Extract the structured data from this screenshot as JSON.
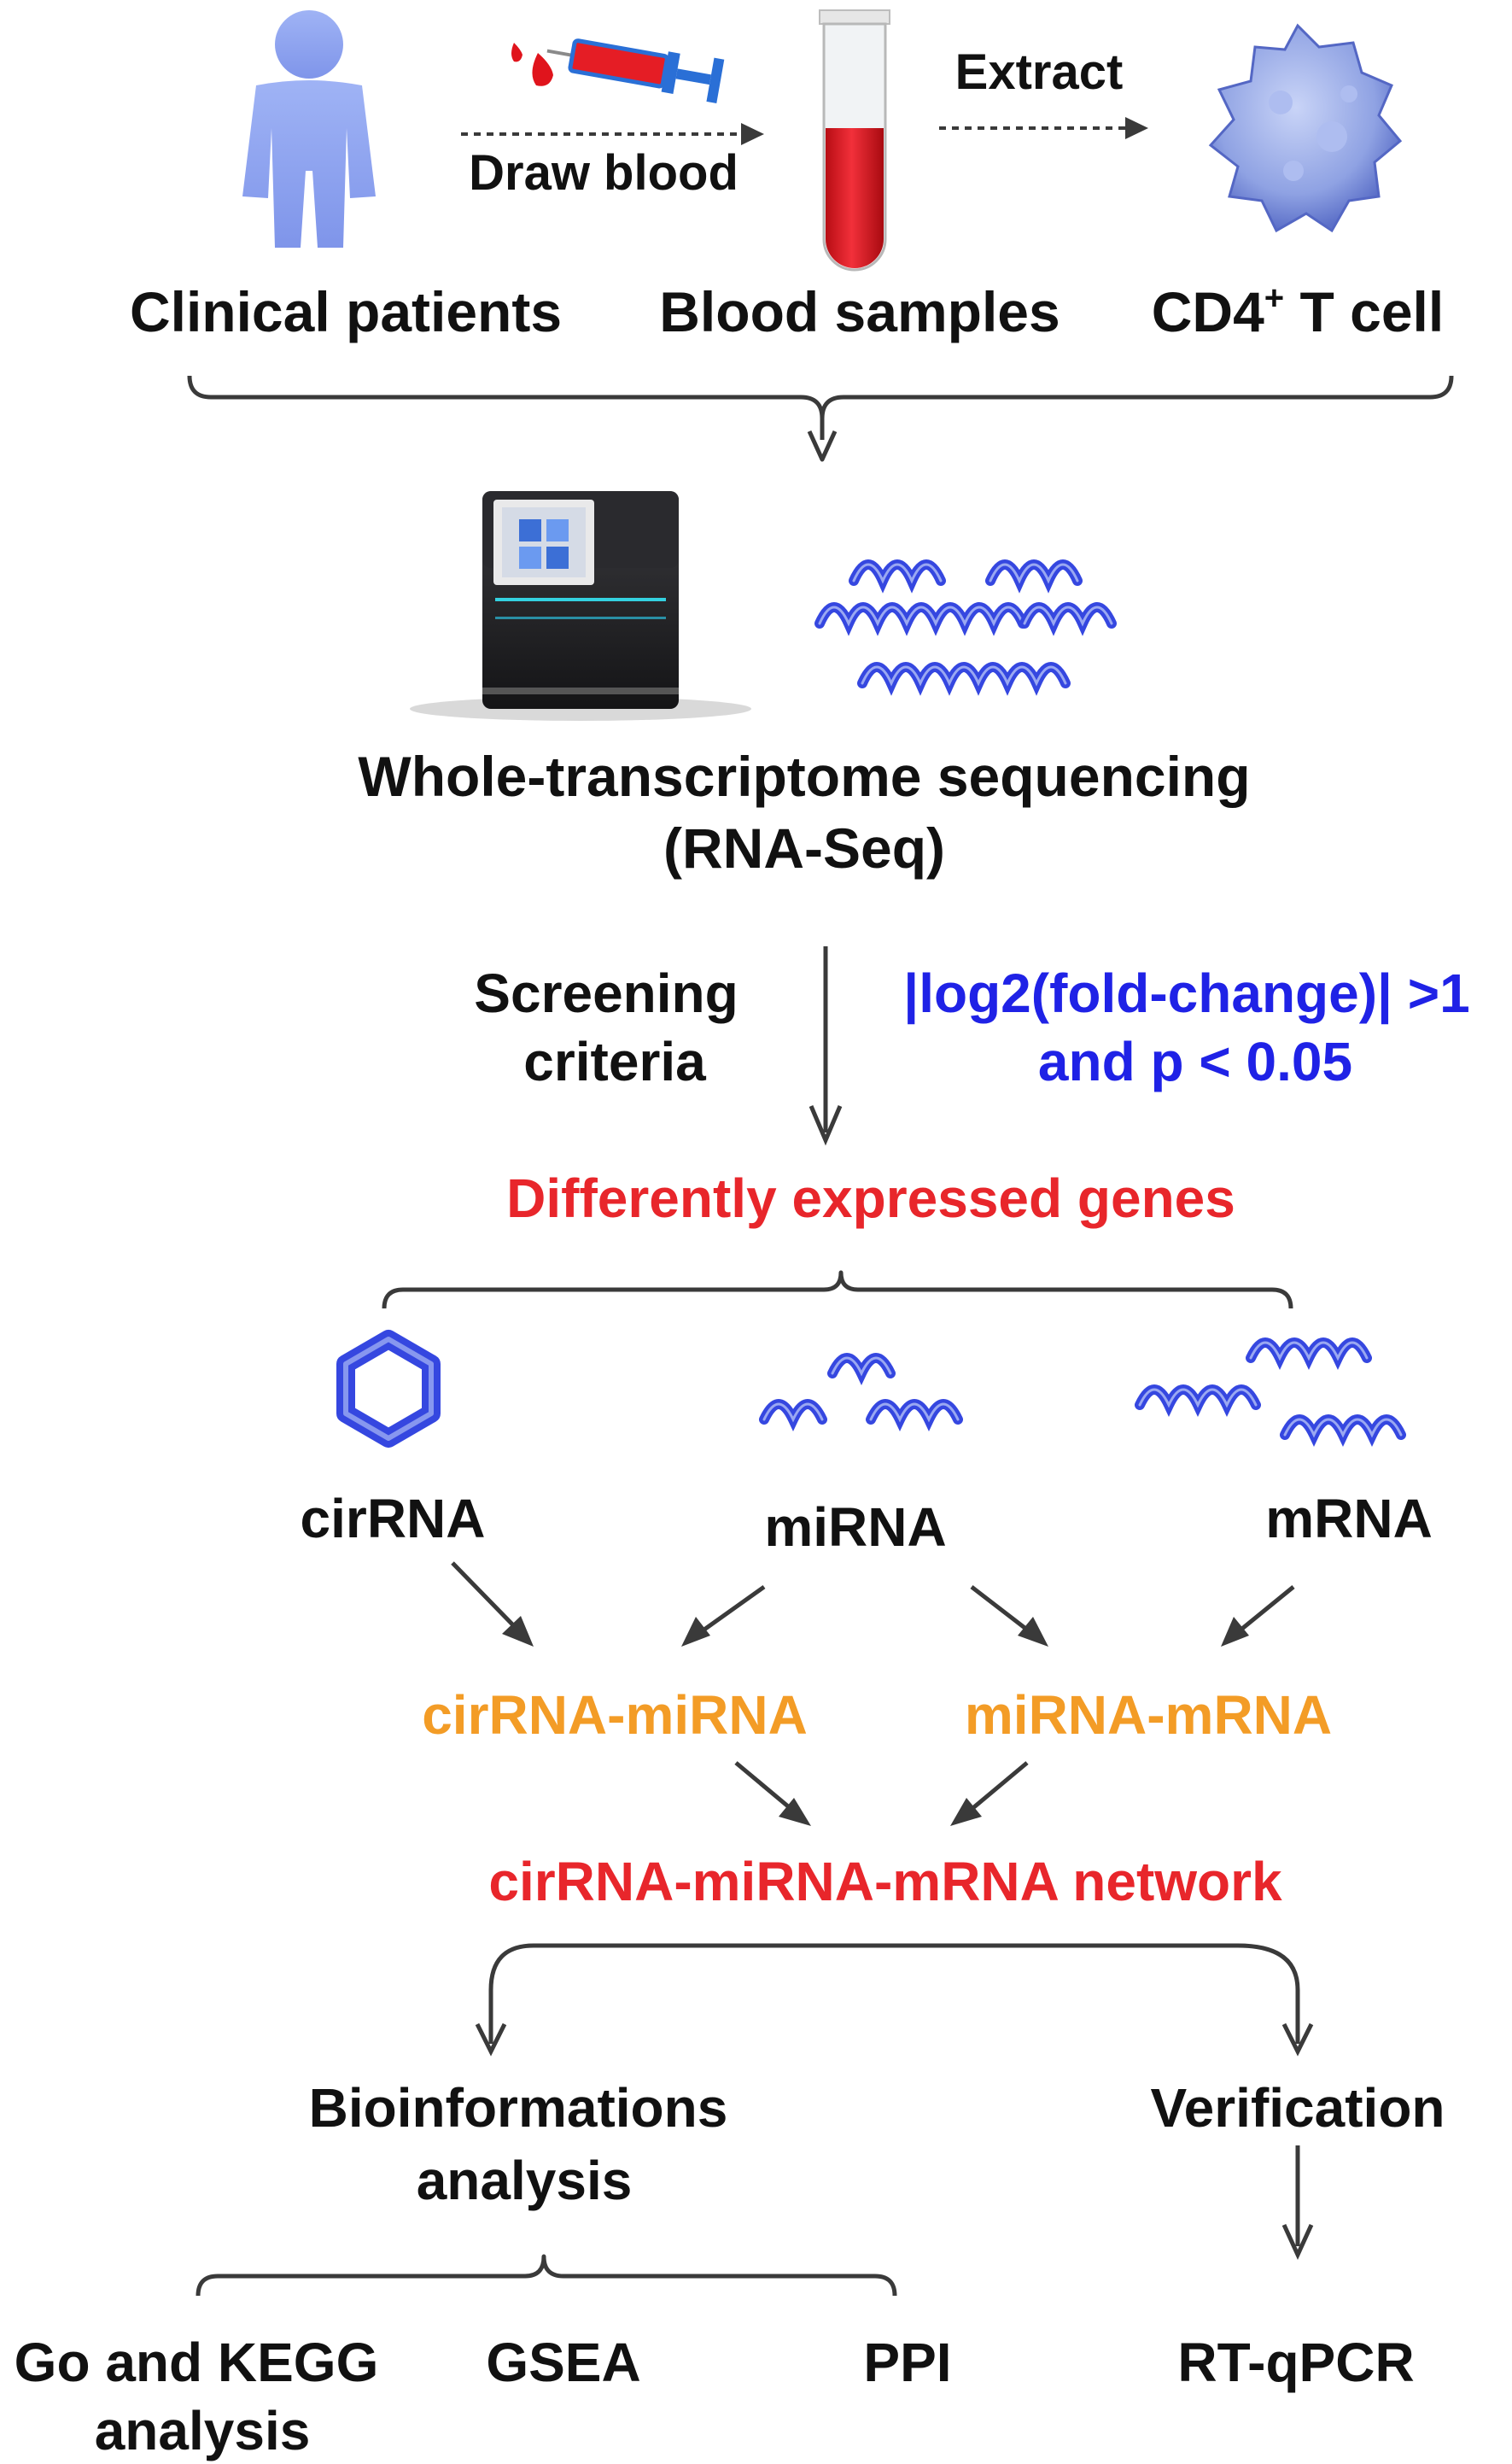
{
  "top_row": {
    "clinical_patients": "Clinical patients",
    "blood_samples": "Blood samples",
    "cd4_main": "CD4",
    "cd4_sup": "+",
    "cd4_tail": " T cell",
    "draw_blood": "Draw blood",
    "extract": "Extract"
  },
  "sequencing": {
    "title_line1": "Whole-transcriptome sequencing",
    "title_line2": "(RNA-Seq)"
  },
  "screening": {
    "label_line1": "Screening",
    "label_line2": "criteria",
    "criteria_line1": "|log2(fold-change)| >1",
    "criteria_line2": "and p < 0.05"
  },
  "degs": {
    "title": "Differently expressed genes"
  },
  "rna_types": {
    "circ": "cirRNA",
    "mi": "miRNA",
    "m": "mRNA"
  },
  "pairs": {
    "circ_mi": "cirRNA-miRNA",
    "mi_m": "miRNA-mRNA"
  },
  "network": {
    "title": "cirRNA-miRNA-mRNA network"
  },
  "branches": {
    "bio_line1": "Bioinformations",
    "bio_line2": "analysis",
    "verification": "Verification"
  },
  "leaves": {
    "go_line1": "Go and KEGG",
    "go_line2": "analysis",
    "gsea": "GSEA",
    "ppi": "PPI",
    "rtqpcr": "RT-qPCR"
  },
  "colors": {
    "text": "#111111",
    "arrow": "#3a3a3a",
    "accent_red": "#e8262b",
    "accent_blue": "#1f22e6",
    "accent_orange": "#f39c26",
    "rna_blue": "#3547e0"
  }
}
